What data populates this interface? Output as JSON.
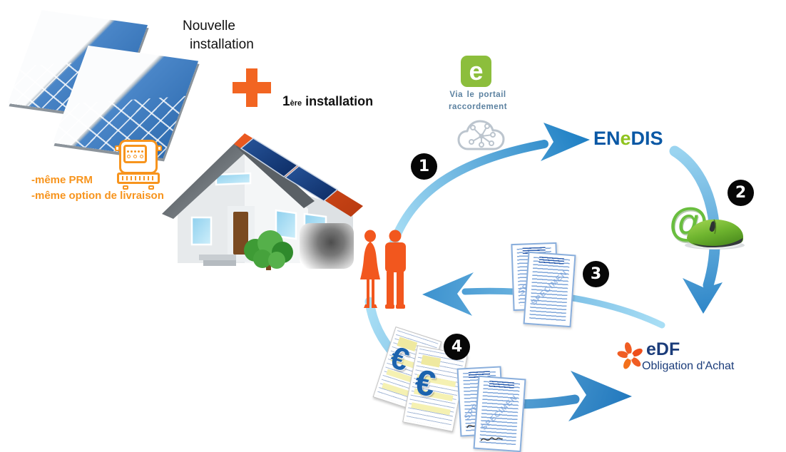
{
  "diagram": {
    "new_installation": {
      "line1": "Nouvelle",
      "line2": "installation"
    },
    "first_installation": {
      "number": "1",
      "sup": "ère",
      "label": "installation"
    },
    "requirements": {
      "line1": "-même PRM",
      "line2": "-même option de livraison"
    },
    "portal": {
      "logo_letter": "e",
      "caption_line1": "Via le portail",
      "caption_line2": "raccordement"
    },
    "enedis_logo": {
      "part1": "EN",
      "part2": "e",
      "part3": "DIS"
    },
    "edf_logo": {
      "wordmark": "eDF",
      "subtitle": "Obligation d'Achat"
    },
    "at_symbol": "@",
    "steps": [
      {
        "number": "1"
      },
      {
        "number": "2"
      },
      {
        "number": "3"
      },
      {
        "number": "4"
      }
    ],
    "documents": {
      "watermark": "SPECIMEN",
      "euro_symbol": "€"
    },
    "icons": [
      {
        "name": "solar-panels-icon"
      },
      {
        "name": "plus-icon"
      },
      {
        "name": "electric-meter-icon"
      },
      {
        "name": "house-with-solar-icon"
      },
      {
        "name": "portal-e-logo"
      },
      {
        "name": "cloud-network-icon"
      },
      {
        "name": "enedis-logo"
      },
      {
        "name": "at-mouse-icon"
      },
      {
        "name": "couple-silhouette-icon"
      },
      {
        "name": "contract-documents-icon"
      },
      {
        "name": "euro-invoices-icon"
      },
      {
        "name": "signed-documents-icon"
      },
      {
        "name": "edf-flame-logo"
      },
      {
        "name": "curved-arrow-icon"
      }
    ],
    "colors": {
      "arrow_blue_light": "#A8DEF5",
      "arrow_blue_dark": "#1E7FC4",
      "accent_orange": "#F26522",
      "meter_orange": "#F7941D",
      "portal_green": "#8CBE3C",
      "enedis_blue": "#0A58A5",
      "enedis_green": "#8FC31F",
      "edf_navy": "#1B3C7A",
      "edf_orange": "#F05D23",
      "mouse_green": "#6FB52F",
      "step_badge_bg": "#070707",
      "step_badge_text": "#FFFFFF",
      "caption_slate": "#5B81A0"
    }
  }
}
